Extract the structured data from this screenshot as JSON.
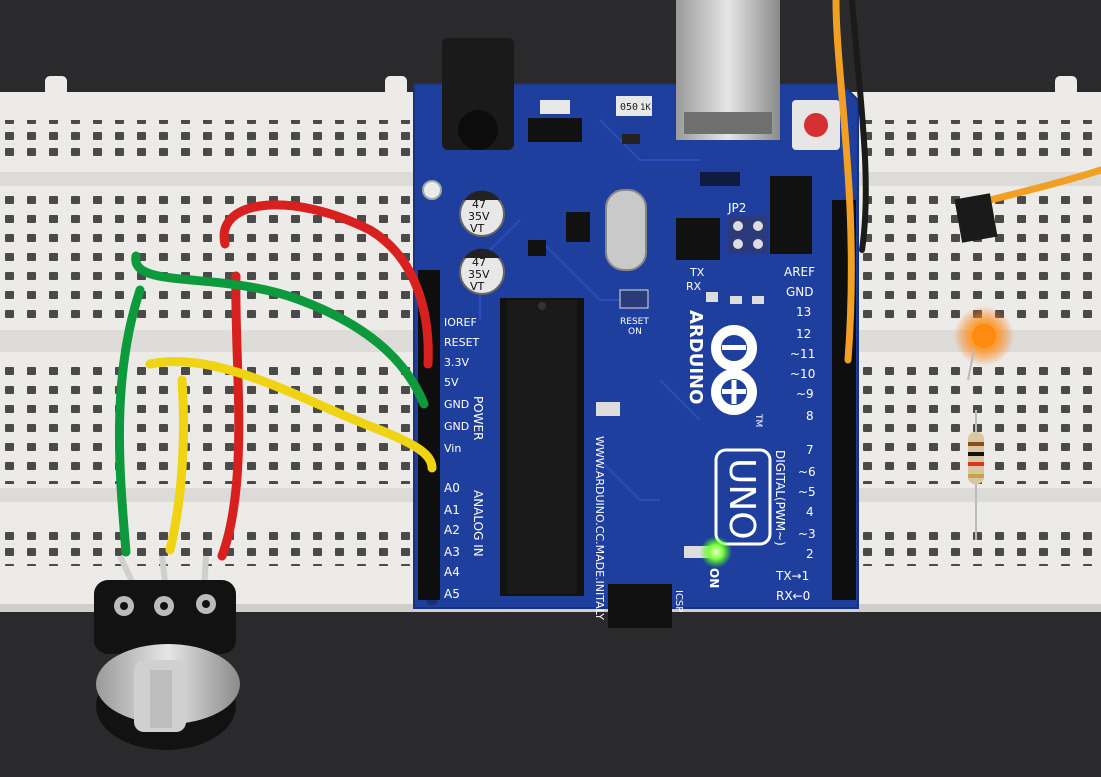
{
  "colors": {
    "background": "#2a2a2c",
    "breadboard": "#ecebe8",
    "board_blue": "#1f3f9e",
    "wire_red": "#d8211e",
    "wire_green": "#0d9a3c",
    "wire_yellow": "#f0d312",
    "wire_orange": "#f2a024",
    "led_orange": "#ff8a10",
    "led_green": "#66ff44"
  },
  "board": {
    "brand": "ARDUINO",
    "model": "UNO",
    "url": "WWW.ARDUINO.CC.MADE.INITALY",
    "power_header_title": "POWER",
    "analog_header_title": "ANALOG IN",
    "digital_header_title": "DIGITAL(PWM~)",
    "power_pins": [
      "IOREF",
      "RESET",
      "3.3V",
      "5V",
      "GND",
      "GND",
      "Vin"
    ],
    "analog_pins": [
      "A0",
      "A1",
      "A2",
      "A3",
      "A4",
      "A5"
    ],
    "digital_top": [
      "AREF",
      "GND",
      "13",
      "12",
      "~11",
      "~10",
      "~9",
      "8"
    ],
    "digital_bottom": [
      "7",
      "~6",
      "~5",
      "4",
      "~3",
      "2",
      "TX→1",
      "RX←0"
    ],
    "jumper_label": "JP2",
    "reset_label": "RESET",
    "reset_on_label": "ON",
    "tx_label": "TX",
    "rx_label": "RX",
    "on_label": "ON",
    "icsp_label": "ICSP",
    "capacitor_text": [
      "47",
      "35V",
      "VT"
    ],
    "resistor_code": "050",
    "resistor_code_2": "1K",
    "tm": "TM"
  }
}
